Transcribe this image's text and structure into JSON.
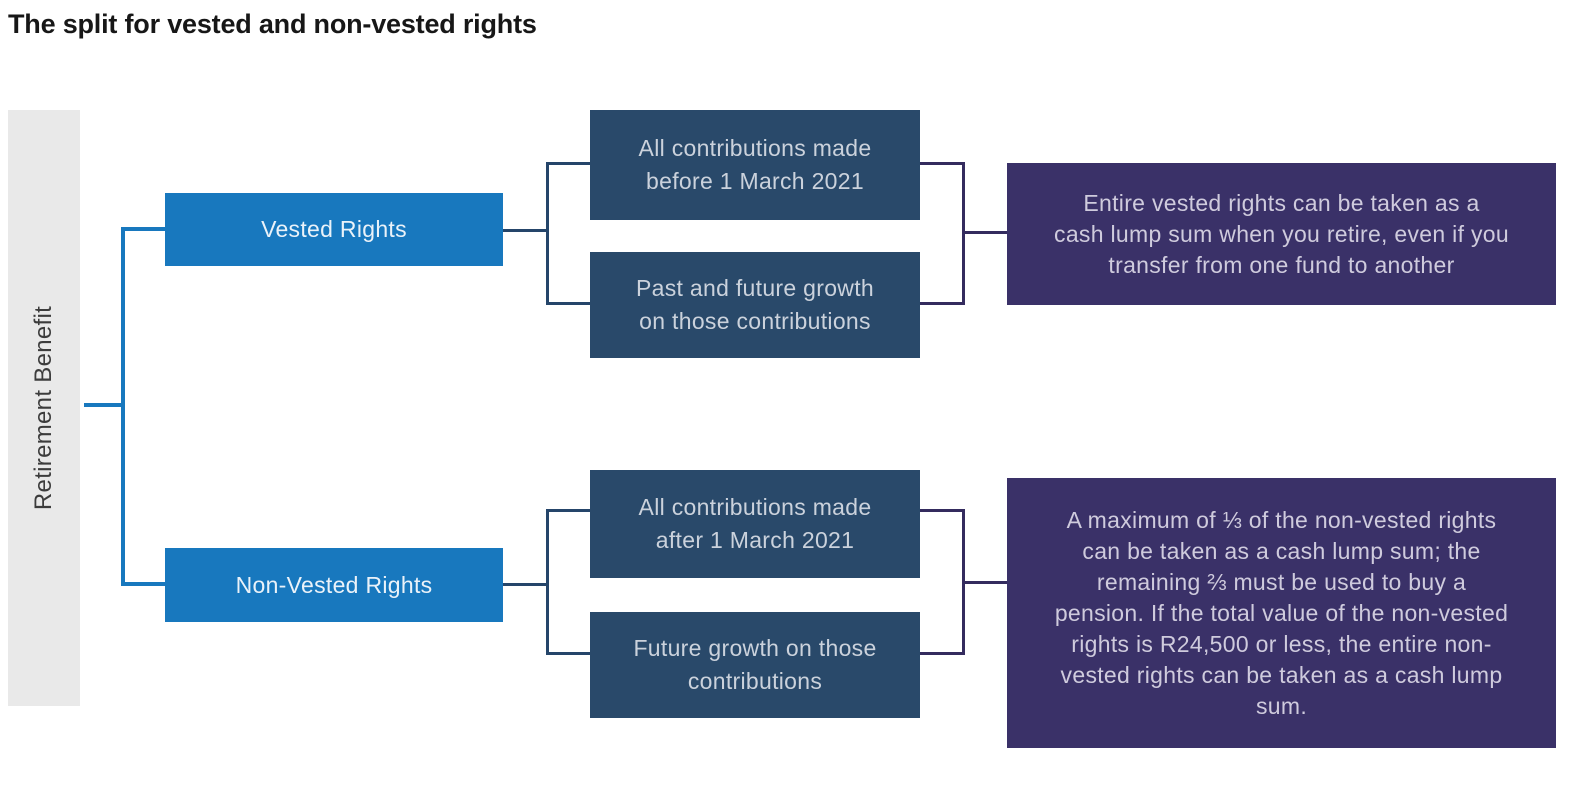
{
  "title": "The split for vested and non-vested rights",
  "colors": {
    "blue": "#1878BE",
    "dark_navy": "#29496A",
    "purple": "#3A3168",
    "navy_line": "#25456A",
    "purple_line": "#342B5E",
    "gray_bar": "#E9E9E9",
    "title_text": "#171717",
    "bar_text": "#3C3C3C",
    "blue_box_text": "#EAF2F9",
    "dark_box_text": "#CBD2DC",
    "purple_box_text": "#CFCBDD"
  },
  "diagram": {
    "root_label": "Retirement Benefit",
    "branches": [
      {
        "label": "Vested Rights",
        "components": [
          "All contributions made\nbefore 1 March 2021",
          "Past and future growth\non those contributions"
        ],
        "outcome": "Entire vested rights can be taken as a\ncash lump sum when you retire, even if you\ntransfer from one fund to another"
      },
      {
        "label": "Non-Vested Rights",
        "components": [
          "All contributions made\nafter 1 March 2021",
          "Future growth on those\ncontributions"
        ],
        "outcome": "A maximum of ⅓ of the non-vested rights\ncan be taken as a cash lump sum; the\nremaining ⅔ must be used to buy a\npension. If the total value of the non-vested\nrights is R24,500 or less, the entire non-\nvested rights can be taken as a cash lump\nsum."
      }
    ]
  }
}
